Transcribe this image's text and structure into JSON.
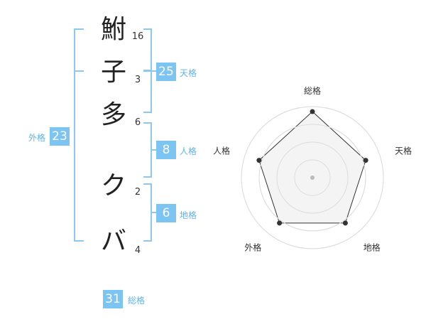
{
  "name": {
    "characters": [
      {
        "char": "鮒",
        "strokes": "16"
      },
      {
        "char": "子",
        "strokes": "3"
      },
      {
        "char": "多",
        "strokes": "6"
      },
      {
        "char": "ク",
        "strokes": "2"
      },
      {
        "char": "バ",
        "strokes": "4"
      }
    ]
  },
  "scores": {
    "tenkaku": {
      "value": "25",
      "label": "天格"
    },
    "jinkaku": {
      "value": "8",
      "label": "人格"
    },
    "chikaku": {
      "value": "6",
      "label": "地格"
    },
    "gaikaku": {
      "value": "23",
      "label": "外格"
    },
    "soukaku": {
      "value": "31",
      "label": "総格"
    }
  },
  "chart_data": {
    "type": "radar",
    "axes": [
      "総格",
      "天格",
      "地格",
      "外格",
      "人格"
    ],
    "values": [
      0.93,
      0.79,
      0.79,
      0.79,
      0.79
    ],
    "rings": 4,
    "colors": {
      "fill": "#f2f2f2",
      "line": "#333333",
      "ring": "#dddddd",
      "center": "#bbbbbb"
    }
  }
}
